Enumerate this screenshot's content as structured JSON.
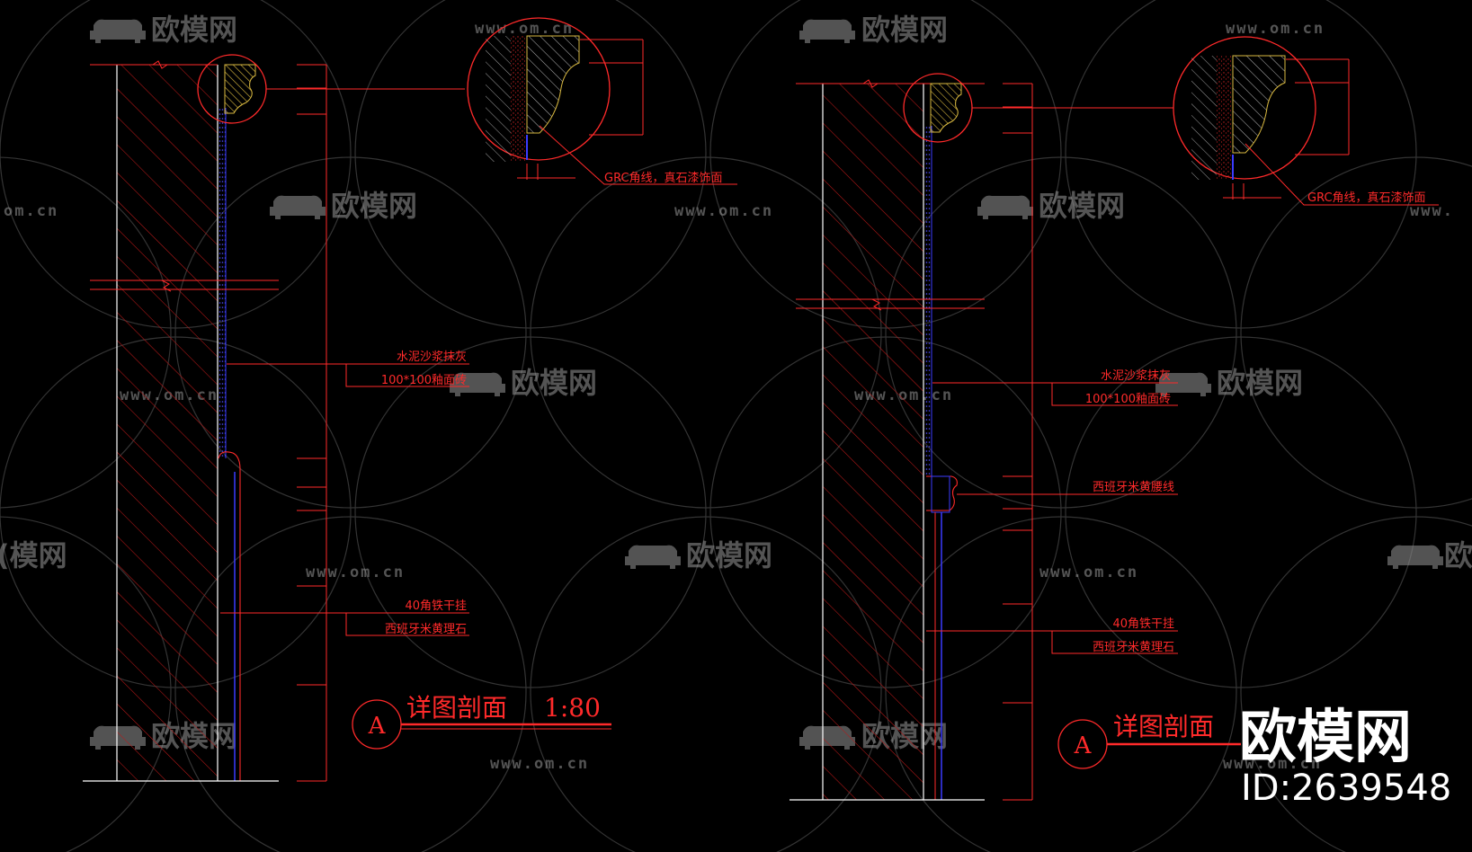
{
  "watermarks": {
    "brand_text": "欧模网",
    "url_text": "www.om.cn",
    "url_partial": "om.cn",
    "url_partial_right": "www.",
    "brand_partial_left": "(模网",
    "brand_partial_right": "欧"
  },
  "drawings": [
    {
      "callout_label": "GRC角线，真石漆饰面",
      "labels": [
        "水泥沙浆抹灰",
        "100*100釉面砖",
        "40角铁干挂",
        "西班牙米黄理石"
      ],
      "title_tag": "A",
      "title_text": "详图剖面",
      "scale_text": "1:80"
    },
    {
      "callout_label": "GRC角线，真石漆饰面",
      "labels": [
        "水泥沙浆抹灰",
        "100*100釉面砖",
        "西班牙米黄腰线",
        "40角铁干挂",
        "西班牙米黄理石"
      ],
      "title_tag": "A",
      "title_text": "详图剖面"
    }
  ],
  "brand_overlay": {
    "name": "欧模网",
    "id": "ID:2639548"
  },
  "colors": {
    "background": "#000000",
    "line_red": "#ff2a2a",
    "hatch_red": "#c01818",
    "blue": "#2a3aff",
    "yellow": "#d8b840",
    "white": "#ffffff",
    "watermark": "#9a9a9a"
  }
}
